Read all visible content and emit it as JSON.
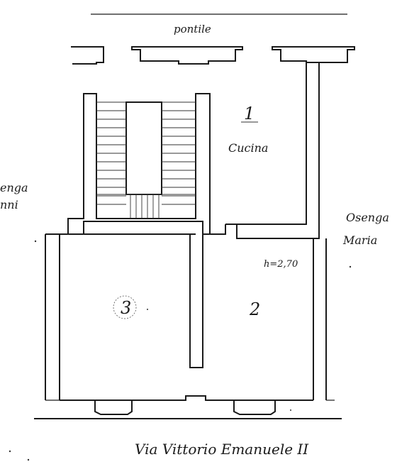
{
  "labels": {
    "balcony": "pontile",
    "room1_number": "1",
    "room1_name": "Cucina",
    "room2_number": "2",
    "room3_number": "3",
    "height": "h=2,70",
    "neighbor_right_line1": "Osenga",
    "neighbor_right_line2": "Maria",
    "neighbor_left_line1": "enga",
    "neighbor_left_line2": "nni",
    "street": "Via Vittorio Emanuele II"
  }
}
